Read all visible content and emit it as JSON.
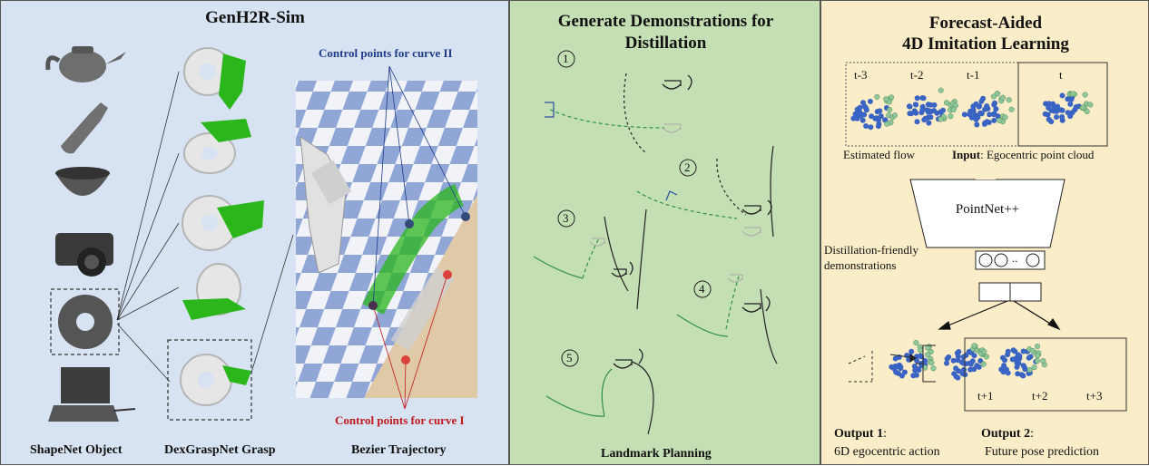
{
  "panel_sim": {
    "title": "GenH2R-Sim",
    "labels": {
      "shapenet": "ShapeNet Object",
      "dexgrasp": "DexGraspNet Grasp",
      "bezier": "Bezier Trajectory",
      "curve_ii": "Control points for curve II",
      "curve_i": "Control points for curve I"
    },
    "colors": {
      "blue_cp": "#1f3b8a",
      "red_cp": "#c0191b",
      "hand_green": "#2bb61c"
    }
  },
  "panel_demo": {
    "title_line1": "Generate Demonstrations for",
    "title_line2": "Distillation",
    "steps": [
      "1",
      "2",
      "3",
      "4",
      "5"
    ],
    "bottom_label": "Landmark Planning"
  },
  "arrow_label": {
    "line1": "Distillation-friendly",
    "line2": "demonstrations"
  },
  "panel_imitation": {
    "title_line1": "Forecast-Aided",
    "title_line2": "4D Imitation Learning",
    "frames": [
      "t-3",
      "t-2",
      "t-1",
      "t"
    ],
    "estimated_flow": "Estimated flow",
    "input_bold": "Input",
    "input_rest": ": Egocentric point cloud",
    "network": "PointNet++",
    "dots": "..",
    "future_frames": [
      "t+1",
      "t+2",
      "t+3"
    ],
    "output1_bold": "Output 1",
    "output1_colon": ":",
    "output1_desc": "6D egocentric action",
    "output2_bold": "Output 2",
    "output2_colon": ":",
    "output2_desc": "Future pose prediction",
    "colors": {
      "point_blue": "#3a64c4",
      "point_green": "#8fc79a",
      "arrow_blue": "#3a6fd8"
    }
  }
}
